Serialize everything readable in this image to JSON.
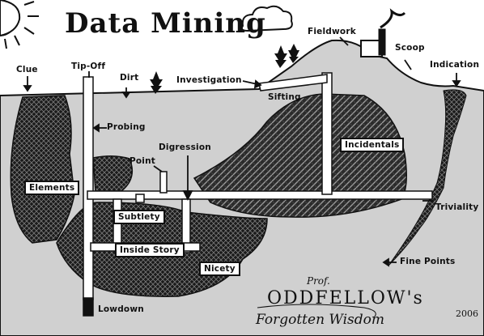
{
  "title": "Data Mining",
  "labels": {
    "clue": "Clue",
    "tip_off": "Tip-Off",
    "dirt": "Dirt",
    "investigation": "Investigation",
    "fieldwork": "Fieldwork",
    "scoop": "Scoop",
    "indication": "Indication",
    "sifting": "Sifting",
    "probing": "Probing",
    "digression": "Digression",
    "point": "Point",
    "incidentals": "Incidentals",
    "elements": "Elements",
    "triviality": "Triviality",
    "subtlety": "Subtlety",
    "inside_story": "Inside Story",
    "nicety": "Nicety",
    "fine_points": "Fine Points",
    "lowdown": "Lowdown"
  },
  "signature": {
    "line1": "Prof.",
    "line2": "ODDFELLOW's",
    "line3": "Forgotten Wisdom",
    "year": "2006"
  },
  "colors": {
    "ink": "#111111",
    "ground": "#d0d0d0",
    "rock": "#2a2a2a",
    "paper": "#ffffff"
  }
}
